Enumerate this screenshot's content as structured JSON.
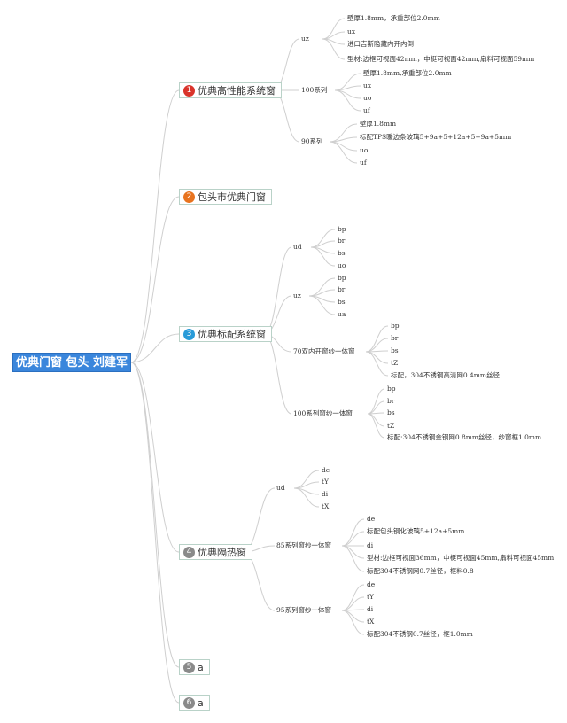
{
  "root": "优典门窗 包头 刘建军",
  "colors": {
    "root_bg": "#3a86dc",
    "badge1": "#d9342b",
    "badge2": "#e8731f",
    "badge3": "#2a9bd8",
    "badge4": "#8a8a8a",
    "badge5": "#8a8a8a",
    "badge6": "#8a8a8a",
    "line": "#cfcfcf"
  },
  "branches": [
    {
      "num": "1",
      "label": "优典高性能系统窗",
      "children": [
        {
          "label": "uz",
          "items": [
            "壁厚1.8mm，承重部位2.0mm",
            "ux",
            "进口吉斯隐藏内开内倒",
            "型材:边框可视面42mm，中梃可视面42mm,扇料可视面59mm"
          ]
        },
        {
          "label": "100系列",
          "items": [
            "壁厚1.8mm,承重部位2.0mm",
            "ux",
            "uo",
            "uf"
          ]
        },
        {
          "label": "90系列",
          "items": [
            "壁厚1.8mm",
            "标配TPS暖边条玻璃5+9a+5+12a+5+9a+5mm",
            "uo",
            "uf"
          ]
        }
      ]
    },
    {
      "num": "2",
      "label": "包头市优典门窗",
      "children": []
    },
    {
      "num": "3",
      "label": "优典标配系统窗",
      "children": [
        {
          "label": "ud",
          "items": [
            "bp",
            "br",
            "bs",
            "uo"
          ]
        },
        {
          "label": "uz",
          "items": [
            "bp",
            "br",
            "bs",
            "ua"
          ]
        },
        {
          "label": "70双内开窗纱一体窗",
          "items": [
            "bp",
            "br",
            "bs",
            "tZ",
            "标配，304不锈钢高清网0.4mm丝径"
          ]
        },
        {
          "label": "100系列窗纱一体窗",
          "items": [
            "bp",
            "br",
            "bs",
            "tZ",
            "标配:304不锈钢金钢网0.8mm丝径，纱窗框1.0mm"
          ]
        }
      ]
    },
    {
      "num": "4",
      "label": "优典隔热窗",
      "children": [
        {
          "label": "ud",
          "items": [
            "de",
            "tY",
            "di",
            "tX"
          ]
        },
        {
          "label": "85系列窗纱一体窗",
          "items": [
            "de",
            "标配包头钢化玻璃5+12a+5mm",
            "di",
            "型材:边框可视面36mm，中梃可视面45mm,扇料可视面45mm",
            "标配304不锈钢网0.7丝径，框料0.8"
          ]
        },
        {
          "label": "95系列窗纱一体窗",
          "items": [
            "de",
            "tY",
            "di",
            "tX",
            "标配304不锈钢0.7丝径，框1.0mm"
          ]
        }
      ]
    },
    {
      "num": "5",
      "label": "a",
      "children": []
    },
    {
      "num": "6",
      "label": "a",
      "children": []
    }
  ]
}
